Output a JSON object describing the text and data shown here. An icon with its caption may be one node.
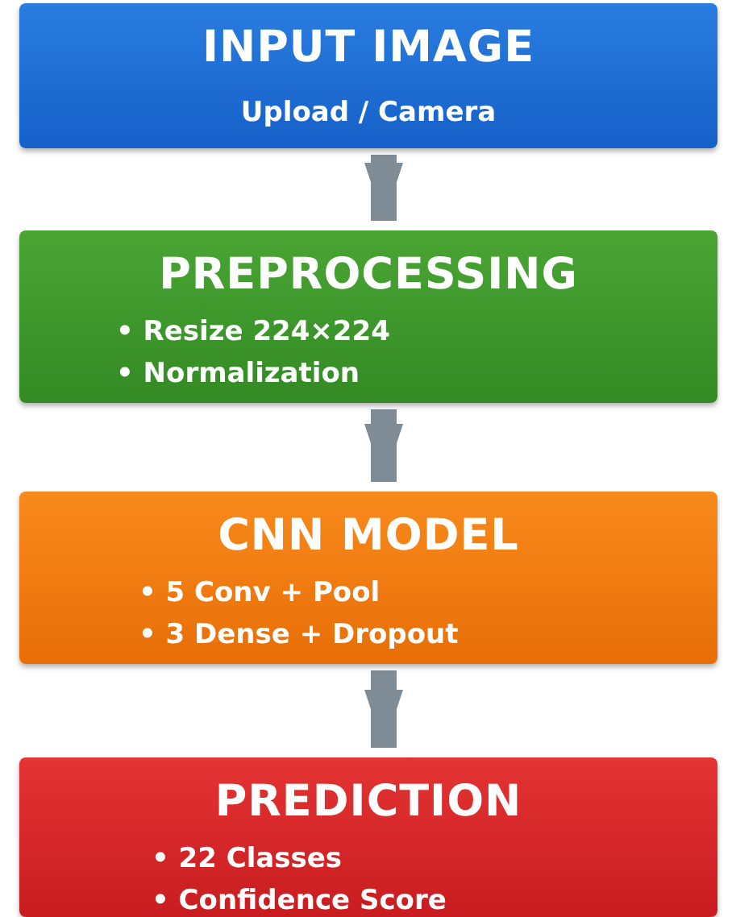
{
  "diagram": {
    "nodes": [
      {
        "text": [
          "INPUT IMAGE",
          "Upload / Camera"
        ]
      },
      {
        "text": [
          "PREPROCESSING",
          "• Resize 224×224",
          "• Normalization"
        ]
      },
      {
        "text": [
          "CNN MODEL",
          "• 5 Conv + Pool",
          "• 3 Dense + Dropout"
        ]
      },
      {
        "text": [
          "PREDICTION",
          "• 22 Classes",
          "• Confidence Score"
        ]
      }
    ],
    "edges": [
      {
        "from": 0,
        "to": 1,
        "arrow": "to"
      },
      {
        "from": 1,
        "to": 2,
        "arrow": "to"
      },
      {
        "from": 2,
        "to": 3,
        "arrow": "to"
      }
    ]
  }
}
